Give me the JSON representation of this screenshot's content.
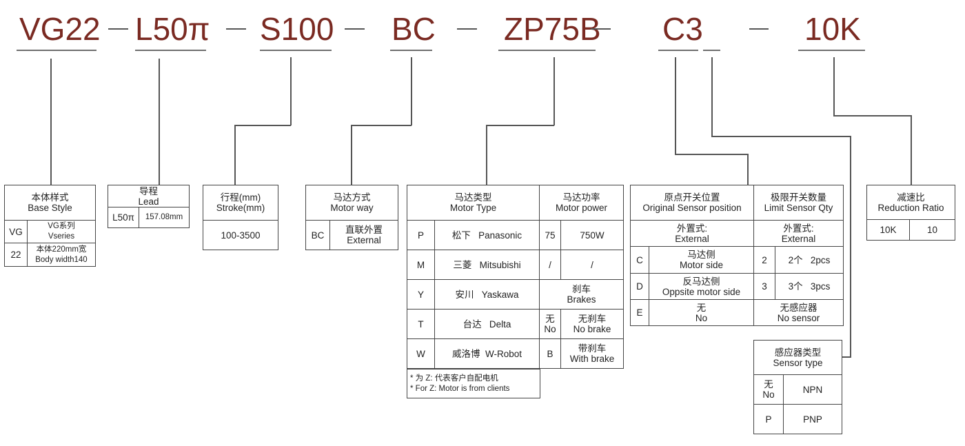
{
  "model_code": {
    "segments": [
      {
        "id": "base",
        "text": "VG22"
      },
      {
        "id": "lead",
        "text": "L50π"
      },
      {
        "id": "stroke",
        "text": "S100"
      },
      {
        "id": "motor_way",
        "text": "BC"
      },
      {
        "id": "motor",
        "text": "ZP75B"
      },
      {
        "id": "sensor_pos",
        "text": "C3"
      },
      {
        "id": "ratio",
        "text": "10K"
      }
    ],
    "separator": "—",
    "accent_color": "#7a2a22"
  },
  "base_style": {
    "header_cn": "本体样式",
    "header_en": "Base Style",
    "rows": [
      {
        "code": "VG",
        "cn": "VG系列",
        "en": "Vseries"
      },
      {
        "code": "22",
        "cn": "本体220mm宽",
        "en": "Body width140"
      }
    ]
  },
  "lead": {
    "header_cn": "导程",
    "header_en": "Lead",
    "rows": [
      {
        "code": "L50π",
        "value": "157.08mm"
      }
    ]
  },
  "stroke": {
    "header_cn": "行程(mm)",
    "header_en": "Stroke(mm)",
    "value": "100-3500"
  },
  "motor_way": {
    "header_cn": "马达方式",
    "header_en": "Motor way",
    "rows": [
      {
        "code": "BC",
        "cn": "直联外置",
        "en": "External"
      }
    ]
  },
  "motor_type": {
    "header_cn": "马达类型",
    "header_en": "Motor Type",
    "rows": [
      {
        "code": "P",
        "cn": "松下",
        "en": "Panasonic"
      },
      {
        "code": "M",
        "cn": "三菱",
        "en": "Mitsubishi"
      },
      {
        "code": "Y",
        "cn": "安川",
        "en": "Yaskawa"
      },
      {
        "code": "T",
        "cn": "台达",
        "en": "Delta"
      },
      {
        "code": "W",
        "cn": "威洛博",
        "en": "W-Robot"
      }
    ],
    "note_cn": "* 为 Z: 代表客户自配电机",
    "note_en": "* For Z: Motor is from clients"
  },
  "motor_power": {
    "header_cn": "马达功率",
    "header_en": "Motor power",
    "rows": [
      {
        "code": "75",
        "value": "750W"
      },
      {
        "code": "/",
        "value": "/"
      }
    ],
    "brakes": {
      "header_cn": "刹车",
      "header_en": "Brakes",
      "rows": [
        {
          "code_cn": "无",
          "code_en": "No",
          "cn": "无刹车",
          "en": "No brake"
        },
        {
          "code": "B",
          "cn": "带刹车",
          "en": "With brake"
        }
      ]
    }
  },
  "original_sensor": {
    "header_cn": "原点开关位置",
    "header_en": "Original Sensor position",
    "sub_cn": "外置式:",
    "sub_en": "External",
    "rows": [
      {
        "code": "C",
        "cn": "马达侧",
        "en": "Motor side"
      },
      {
        "code": "D",
        "cn": "反马达侧",
        "en": "Oppsite motor side"
      },
      {
        "code": "E",
        "cn": "无",
        "en": "No"
      }
    ]
  },
  "limit_sensor": {
    "header_cn": "极限开关数量",
    "header_en": "Limit Sensor Qty",
    "sub_cn": "外置式:",
    "sub_en": "External",
    "rows": [
      {
        "code": "2",
        "value": "2个   2pcs"
      },
      {
        "code": "3",
        "value": "3个   3pcs"
      }
    ],
    "none_cn": "无感应器",
    "none_en": "No sensor"
  },
  "sensor_type": {
    "header_cn": "感应器类型",
    "header_en": "Sensor type",
    "rows": [
      {
        "code_cn": "无",
        "code_en": "No",
        "value": "NPN"
      },
      {
        "code": "P",
        "value": "PNP"
      }
    ]
  },
  "reduction_ratio": {
    "header_cn": "减速比",
    "header_en": "Reduction Ratio",
    "rows": [
      {
        "code": "10K",
        "value": "10"
      }
    ]
  }
}
